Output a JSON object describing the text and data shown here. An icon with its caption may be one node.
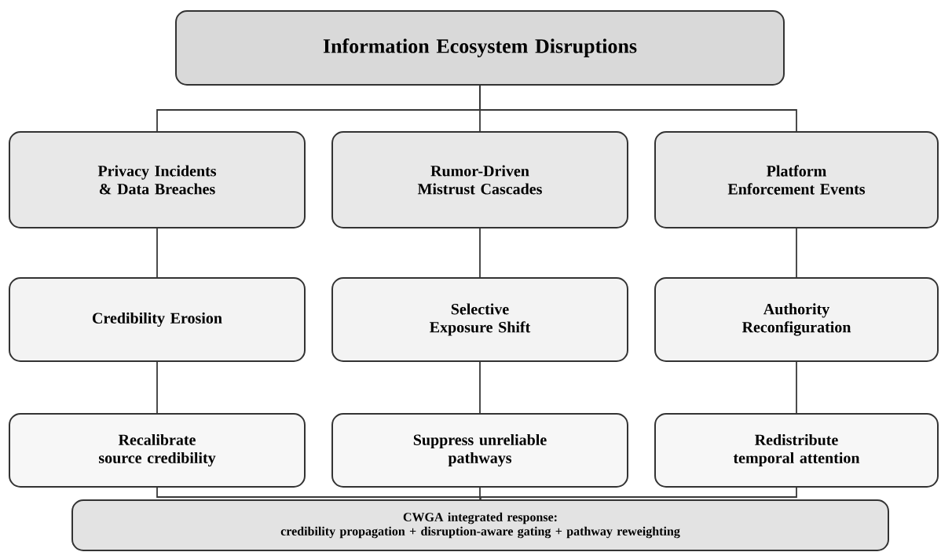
{
  "diagram": {
    "nodes": [
      {
        "text": [
          "Information Ecosystem Disruptions"
        ]
      },
      {
        "text": [
          "Privacy Incidents & Data Breaches"
        ]
      },
      {
        "text": [
          "Rumor-Driven Mistrust Cascades"
        ]
      },
      {
        "text": [
          "Platform Enforcement Events"
        ]
      },
      {
        "text": [
          "Credibility Erosion"
        ]
      },
      {
        "text": [
          "Selective Exposure Shift"
        ]
      },
      {
        "text": [
          "Authority Reconfiguration"
        ]
      },
      {
        "text": [
          "Recalibrate source credibility"
        ]
      },
      {
        "text": [
          "Suppress unreliable pathways"
        ]
      },
      {
        "text": [
          "Redistribute temporal attention"
        ]
      },
      {
        "text": [
          "CWGA integrated response:",
          "credibility propagation + disruption-aware gating + pathway reweighting"
        ]
      }
    ],
    "edges": [
      {
        "from": 0,
        "to": 1,
        "arrow": "none"
      },
      {
        "from": 0,
        "to": 2,
        "arrow": "none"
      },
      {
        "from": 0,
        "to": 3,
        "arrow": "none"
      },
      {
        "from": 1,
        "to": 4,
        "arrow": "none"
      },
      {
        "from": 2,
        "to": 5,
        "arrow": "none"
      },
      {
        "from": 3,
        "to": 6,
        "arrow": "none"
      },
      {
        "from": 4,
        "to": 7,
        "arrow": "none"
      },
      {
        "from": 5,
        "to": 8,
        "arrow": "none"
      },
      {
        "from": 6,
        "to": 9,
        "arrow": "none"
      },
      {
        "from": 7,
        "to": 10,
        "arrow": "none"
      },
      {
        "from": 8,
        "to": 10,
        "arrow": "none"
      },
      {
        "from": 9,
        "to": 10,
        "arrow": "none"
      }
    ]
  }
}
